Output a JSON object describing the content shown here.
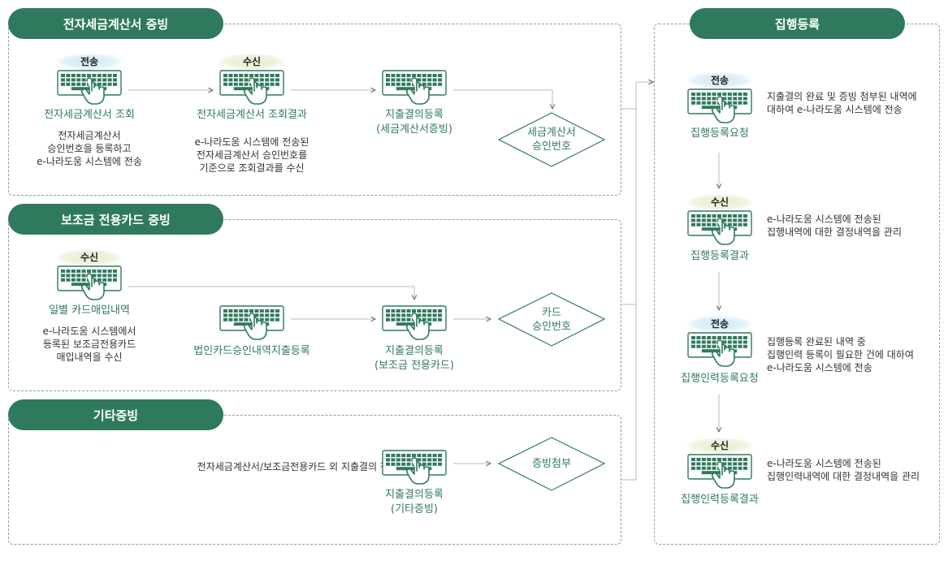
{
  "sections": {
    "tax_invoice": {
      "title": "전자세금계산서 증빙",
      "step1": {
        "badge": "전송",
        "label": "전자세금계산서 조회",
        "desc": [
          "전자세금계산서",
          "승인번호을 등록하고",
          "e-나라도움 시스템에 전송"
        ]
      },
      "step2": {
        "badge": "수신",
        "label": "전자세금계산서 조회결과",
        "desc": [
          "e-나라도움 시스템에 전송된",
          "전자세금계산서 승인번호를",
          "기준으로 조회결과를 수신"
        ]
      },
      "step3": {
        "label": [
          "지출결의등록",
          "(세금계산서증빙)"
        ]
      },
      "result": [
        "세금계산서",
        "승인번호"
      ]
    },
    "subsidy_card": {
      "title": "보조금 전용카드 증빙",
      "step1": {
        "badge": "수신",
        "label": "일별 카드매입내역",
        "desc": [
          "e-나라도움 시스템에서",
          "등록된 보조금전용카드",
          "매입내역을 수신"
        ]
      },
      "step2": {
        "label": "법인카드승인내역지출등록"
      },
      "step3": {
        "label": [
          "지출결의등록",
          "(보조금 전용카드)"
        ]
      },
      "result": [
        "카드",
        "승인번호"
      ]
    },
    "other": {
      "title": "기타증빙",
      "desc": "전자세금계산서/보조금전용카드 외 지출결의 전체",
      "step": {
        "label": [
          "지출결의등록",
          "(기타증빙)"
        ]
      },
      "result": [
        "증빙첨부"
      ]
    },
    "execution": {
      "title": "집행등록",
      "steps": [
        {
          "badge": "전송",
          "badge_type": "send",
          "label": "집행등록요청",
          "desc": [
            "지출결의 완료 및 증빙 첨부된 내역에",
            "대하여 e-나라도움 시스템에 전송"
          ]
        },
        {
          "badge": "수신",
          "badge_type": "recv",
          "label": "집행등록결과",
          "desc": [
            "e-나라도움 시스템에 전송된",
            "집행내역에 대한 결정내역을 관리"
          ]
        },
        {
          "badge": "전송",
          "badge_type": "send",
          "label": "집행인력등록요청",
          "desc": [
            "집행등록 완료된 내역 중",
            "집행인력 등록이 필요한 건에 대하여",
            "e-나라도움 시스템에 전송"
          ]
        },
        {
          "badge": "수신",
          "badge_type": "recv",
          "label": "집행인력등록결과",
          "desc": [
            "e-나라도움 시스템에 전송된",
            "집행인력내역에 대한 결정내역을 관리"
          ]
        }
      ]
    }
  },
  "colors": {
    "accent": "#2f7a5c",
    "send_badge": "#cfe8f5",
    "recv_badge": "#e6efcf"
  },
  "icons": {
    "keyboard": "keyboard-hand-icon",
    "arrow": "arrow-icon"
  }
}
